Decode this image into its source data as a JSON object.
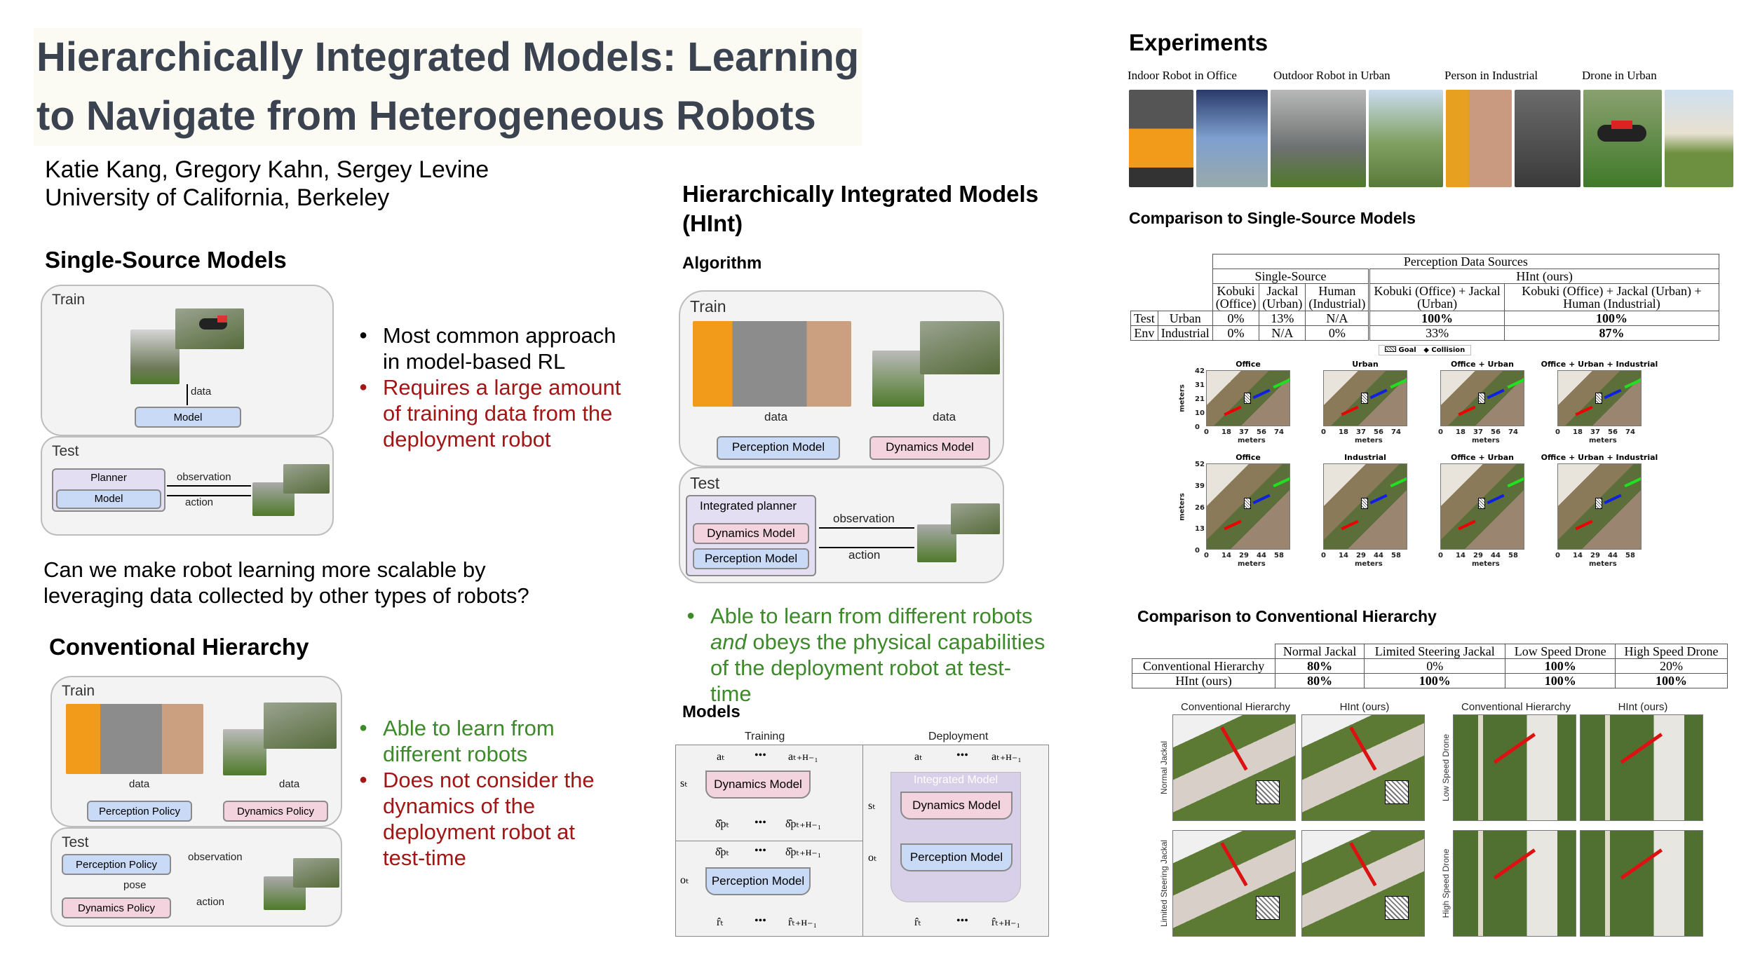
{
  "title": {
    "line1": "Hierarchically Integrated Models: Learning",
    "line2": "to Navigate from Heterogeneous Robots"
  },
  "authors": "Katie Kang, Gregory Kahn, Sergey Levine",
  "affiliation": "University of California, Berkeley",
  "single_source": {
    "heading": "Single-Source Models",
    "train": "Train",
    "test": "Test",
    "data": "data",
    "model": "Model",
    "planner": "Planner",
    "observation": "observation",
    "action": "action",
    "bullets": [
      {
        "text": "Most common approach in model-based RL",
        "tone": "neutral"
      },
      {
        "text": "Requires a large amount of training data from the deployment robot",
        "tone": "negative"
      }
    ]
  },
  "question": {
    "line1": "Can we make robot learning more scalable by",
    "line2": "leveraging data collected by other types of robots?"
  },
  "conventional": {
    "heading": "Conventional Hierarchy",
    "train": "Train",
    "test": "Test",
    "data": "data",
    "perception_policy": "Perception Policy",
    "dynamics_policy": "Dynamics Policy",
    "observation": "observation",
    "pose": "pose",
    "action": "action",
    "bullets": [
      {
        "text": "Able to learn from different robots",
        "tone": "positive"
      },
      {
        "text": "Does not consider the dynamics of the deployment robot at test-time",
        "tone": "negative"
      }
    ]
  },
  "hint": {
    "heading": "Hierarchically Integrated Models (HInt)",
    "algorithm": "Algorithm",
    "train": "Train",
    "test": "Test",
    "data": "data",
    "perception_model": "Perception Model",
    "dynamics_model": "Dynamics Model",
    "integrated_planner": "Integrated planner",
    "observation": "observation",
    "action": "action",
    "bullet_pre": "Able to learn from different robots",
    "bullet_em": "and",
    "bullet_post": "obeys the physical capabilities of the deployment robot at test-time"
  },
  "models": {
    "heading": "Models",
    "training": "Training",
    "deployment": "Deployment",
    "dynamics_model": "Dynamics Model",
    "perception_model": "Perception Model",
    "integrated_model": "Integrated Model",
    "a_t": "aₜ",
    "dots": "•••",
    "a_tH": "aₜ₊ʜ₋₁",
    "s_t": "sₜ",
    "o_t": "oₜ",
    "dp_t": "δ̂pₜ",
    "dp_tH": "δ̂pₜ₊ʜ₋₁",
    "r_t": "r̂ₜ",
    "r_tH": "r̂ₜ₊ʜ₋₁"
  },
  "experiments": {
    "heading": "Experiments",
    "photo_labels": [
      "Indoor Robot in Office",
      "Outdoor Robot in Urban",
      "Person in Industrial",
      "Drone in Urban"
    ]
  },
  "single_source_comparison": {
    "heading": "Comparison to Single-Source Models",
    "table": {
      "super": "Perception Data Sources",
      "group1": "Single-Source",
      "group2": "HInt (ours)",
      "cols": [
        [
          "Kobuki",
          "(Office)"
        ],
        [
          "Jackal",
          "(Urban)"
        ],
        [
          "Human",
          "(Industrial)"
        ],
        [
          "Kobuki (Office) + Jackal (Urban)"
        ],
        [
          "Kobuki (Office) + Jackal (Urban) + Human (Industrial)"
        ]
      ],
      "row_group": [
        "Test",
        "Env"
      ],
      "rows": [
        {
          "env": "Urban",
          "values": [
            "0%",
            "13%",
            "N/A",
            "100%",
            "100%"
          ]
        },
        {
          "env": "Industrial",
          "values": [
            "0%",
            "N/A",
            "0%",
            "33%",
            "87%"
          ]
        }
      ]
    },
    "legend": {
      "goal": "Goal",
      "collision": "Collision"
    },
    "plots": [
      {
        "titles": [
          "Office",
          "Urban",
          "Office + Urban",
          "Office + Urban + Industrial"
        ],
        "yticks": [
          "42",
          "31",
          "21",
          "10",
          "0"
        ],
        "xticks": [
          "0",
          "18",
          "37",
          "56",
          "74"
        ],
        "xlabel": "meters",
        "ylabel": "meters"
      },
      {
        "titles": [
          "Office",
          "Industrial",
          "Office + Urban",
          "Office + Urban + Industrial"
        ],
        "yticks": [
          "52",
          "39",
          "26",
          "13",
          "0"
        ],
        "xticks": [
          "0",
          "14",
          "29",
          "44",
          "58"
        ],
        "xlabel": "meters",
        "ylabel": "meters"
      }
    ]
  },
  "conventional_comparison": {
    "heading": "Comparison to Conventional Hierarchy",
    "table": {
      "cols": [
        "Normal Jackal",
        "Limited Steering Jackal",
        "Low Speed Drone",
        "High Speed Drone"
      ],
      "rows": [
        {
          "name": "Conventional Hierarchy",
          "values": [
            "80%",
            "0%",
            "100%",
            "20%"
          ]
        },
        {
          "name": "HInt (ours)",
          "values": [
            "80%",
            "100%",
            "100%",
            "100%"
          ]
        }
      ]
    },
    "panel_titles": [
      "Conventional Hierarchy",
      "HInt (ours)",
      "Conventional Hierarchy",
      "HInt (ours)"
    ],
    "row_labels": [
      "Normal Jackal",
      "Limited Steering Jackal",
      "Low Speed Drone",
      "High Speed Drone"
    ]
  },
  "colors": {
    "title": "#3b4250",
    "negative": "#a31616",
    "positive": "#3d8a2a",
    "perception": "#c9daf6",
    "dynamics": "#f3d3de"
  }
}
